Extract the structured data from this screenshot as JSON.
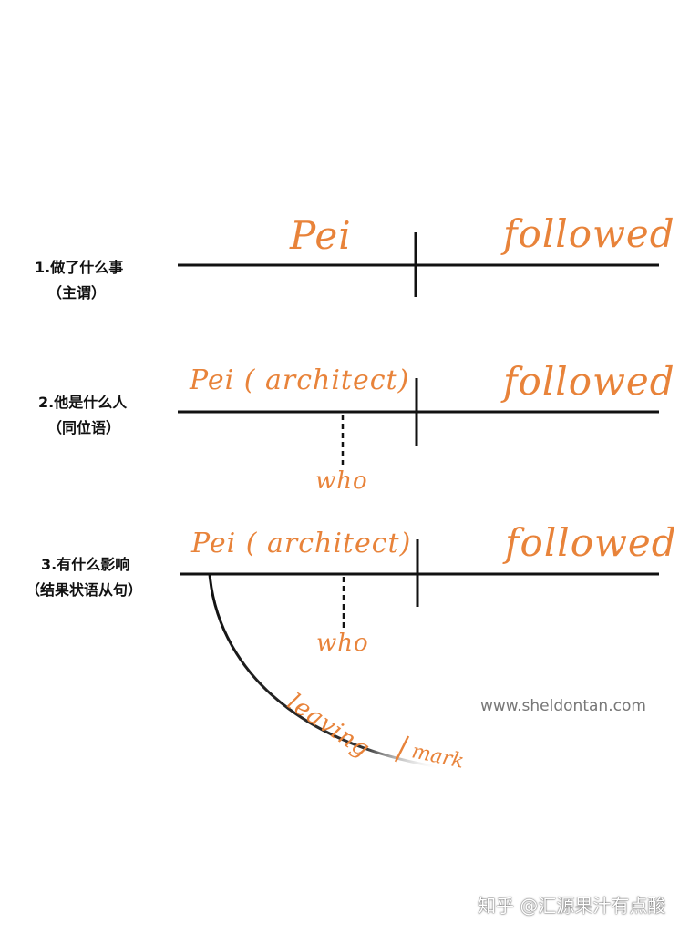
{
  "rows": [
    {
      "label_line1": "1.做了什么事",
      "label_line2": "（主谓）",
      "subject": "Pei",
      "verb": "followed"
    },
    {
      "label_line1": "2.他是什么人",
      "label_line2": "（同位语）",
      "subject": "Pei ( architect)",
      "verb": "followed",
      "modifier": "who"
    },
    {
      "label_line1": "3.有什么影响",
      "label_line2": "（结果状语从句）",
      "subject": "Pei ( architect)",
      "verb": "followed",
      "modifier": "who",
      "curve_text_1": "leaving",
      "curve_text_2": "mark"
    }
  ],
  "watermark": "www.sheldontan.com",
  "footer_credit": "知乎 @汇源果汁有点酸",
  "colors": {
    "ink": "#111111",
    "handwriting": "#e8833a",
    "watermark": "#777777"
  }
}
